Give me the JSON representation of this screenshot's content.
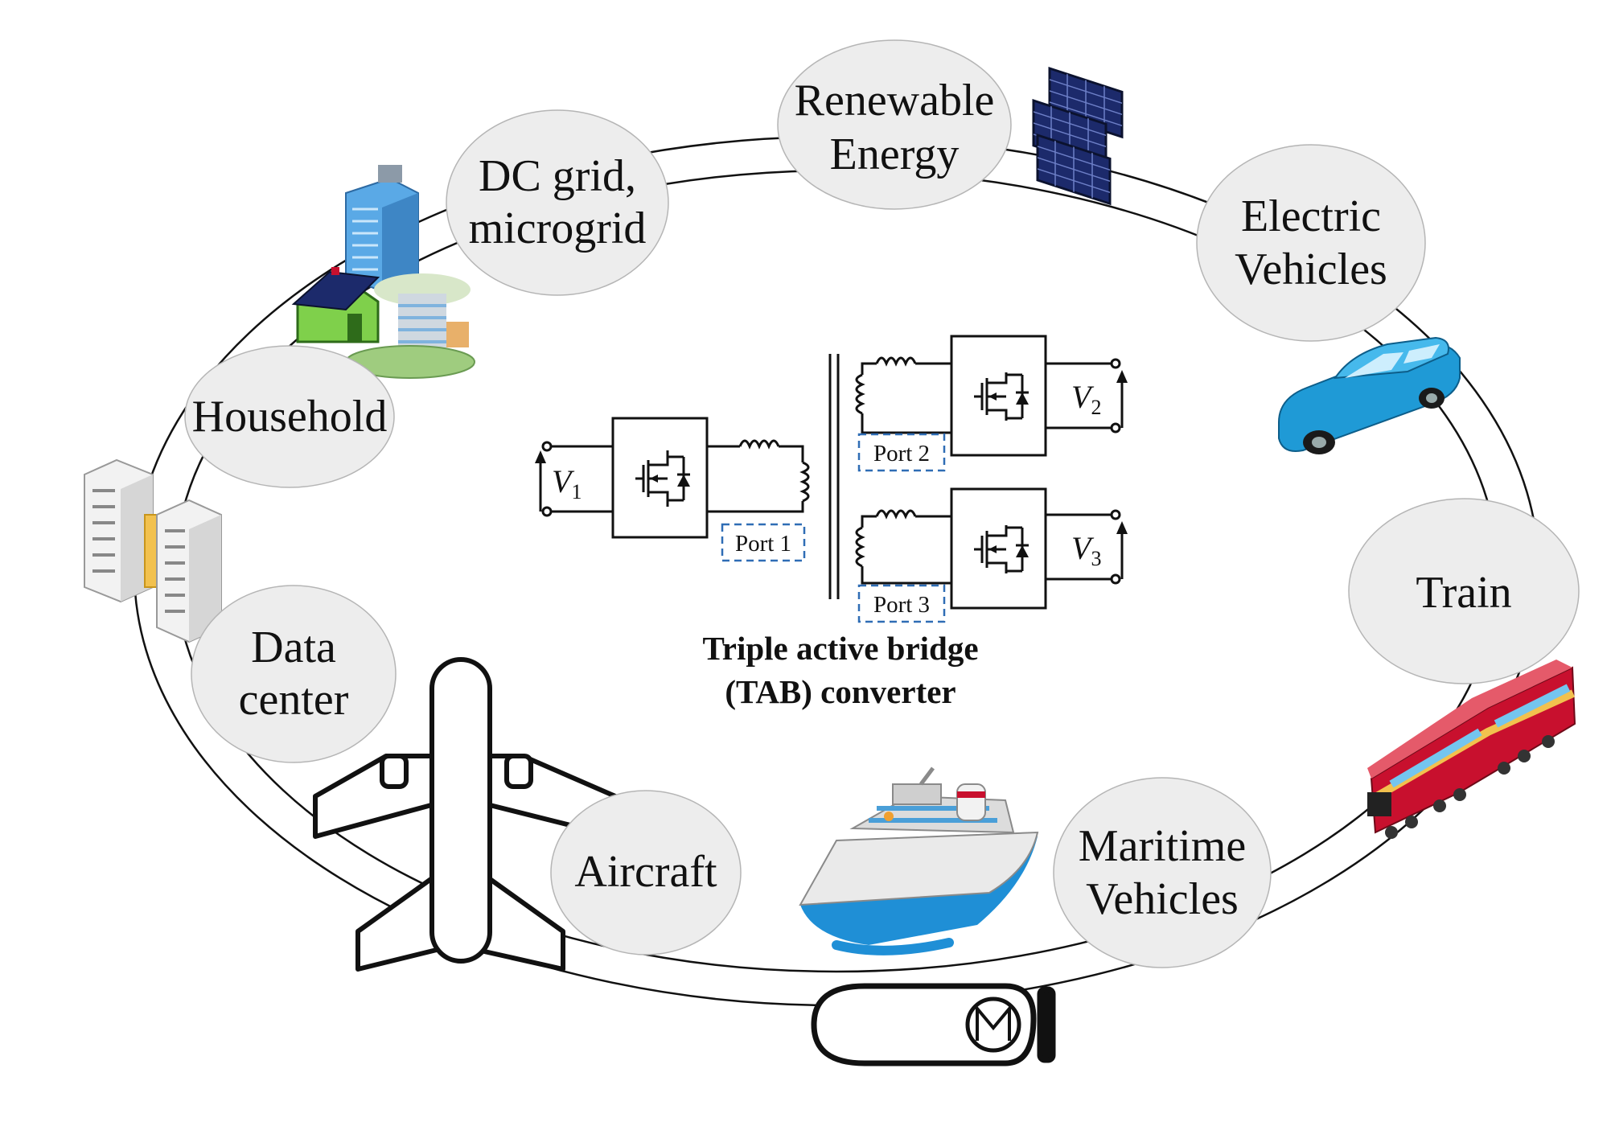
{
  "nodes": {
    "renewable_energy": [
      "Renewable",
      "Energy"
    ],
    "dc_grid": [
      "DC grid,",
      "microgrid"
    ],
    "household": [
      "Household"
    ],
    "data_center": [
      "Data",
      "center"
    ],
    "aircraft": [
      "Aircraft"
    ],
    "maritime_vehicles": [
      "Maritime",
      "Vehicles"
    ],
    "train": [
      "Train"
    ],
    "electric_vehicles": [
      "Electric",
      "Vehicles"
    ]
  },
  "converter": {
    "caption": [
      "Triple active bridge",
      "(TAB) converter"
    ],
    "ports": [
      "Port 1",
      "Port 2",
      "Port 3"
    ],
    "voltages": [
      {
        "symbol": "V",
        "sub": "1"
      },
      {
        "symbol": "V",
        "sub": "2"
      },
      {
        "symbol": "V",
        "sub": "3"
      }
    ]
  },
  "icons": [
    "solar-panel-icon",
    "office-building-icon",
    "house-icon",
    "data-center-icon",
    "airplane-icon",
    "ship-icon",
    "submarine-icon",
    "train-icon",
    "car-icon"
  ],
  "colors": {
    "node_fill": "#ededed",
    "node_stroke": "#b5b5b5",
    "port_dash": "#2f6db5",
    "car": "#2aa7e0",
    "train": "#c8102e",
    "house": "#5cb85c",
    "solar": "#1c2a6b"
  }
}
